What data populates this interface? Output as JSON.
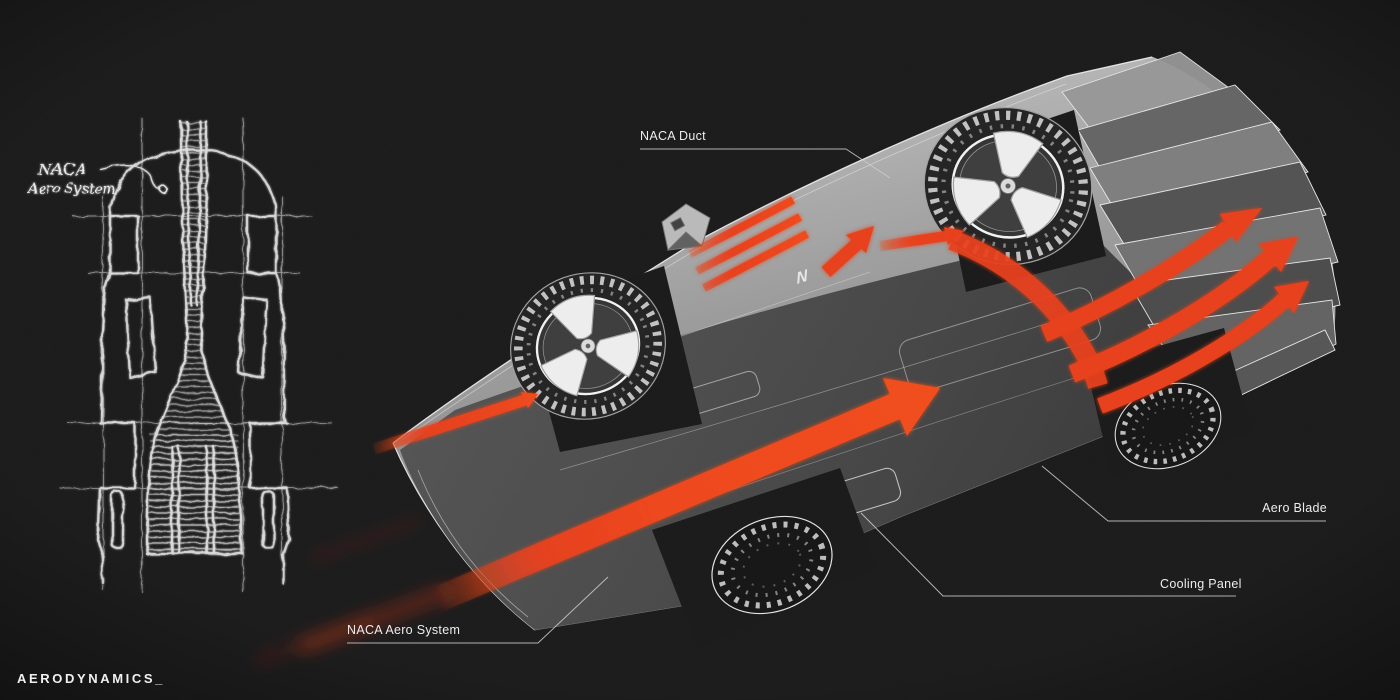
{
  "artwork": {
    "brand": "AERODYNAMICS_",
    "colors": {
      "background": "#0b0b0b",
      "accent": "#e7330d",
      "line": "#c9c9c9",
      "text": "#ededed",
      "body_silver": "#a9a9a9",
      "underbody": "#3d3d3d"
    },
    "callouts": {
      "naca_duct": "NACA Duct",
      "aero_blade": "Aero Blade",
      "cooling_panel": "Cooling Panel",
      "naca_aero_system": "NACA Aero System"
    },
    "sketch_note": {
      "line1": "NACA",
      "line2": "Aero System"
    },
    "car_logo": "N"
  }
}
